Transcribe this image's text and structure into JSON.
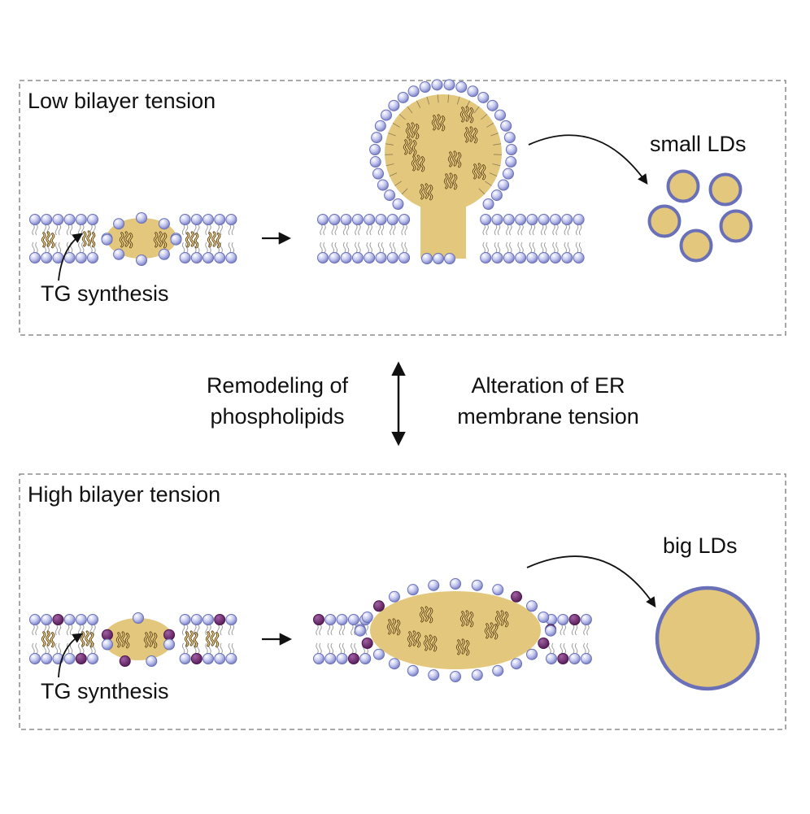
{
  "panel_low": {
    "title": "Low bilayer tension",
    "tg_label": "TG synthesis",
    "result_label": "small LDs"
  },
  "middle": {
    "left_text": [
      "Remodeling of",
      "phospholipids"
    ],
    "right_text": [
      "Alteration of ER",
      "membrane tension"
    ]
  },
  "panel_high": {
    "title": "High bilayer tension",
    "tg_label": "TG synthesis",
    "result_label": "big LDs"
  },
  "colors": {
    "head_fill": "#b9bde6",
    "head_stroke": "#6a70b8",
    "head_purple": "#6b2a6e",
    "lipid_fill": "#e3c77c",
    "tg_stroke": "#6b4a12",
    "ld_shell": "#6a70b8",
    "frame": "#777777"
  }
}
